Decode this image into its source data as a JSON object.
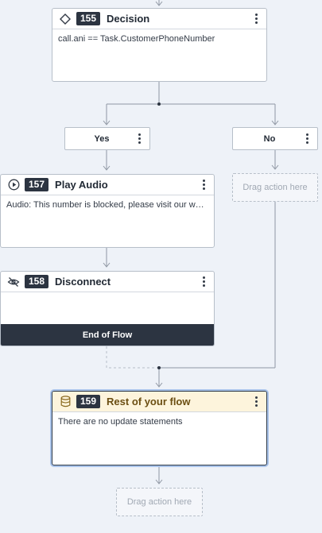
{
  "nodes": {
    "decision": {
      "number": "155",
      "title": "Decision",
      "icon": "diamond-icon",
      "body": "call.ani == Task.CustomerPhoneNumber"
    },
    "branch_yes": {
      "label": "Yes"
    },
    "branch_no": {
      "label": "No"
    },
    "play_audio": {
      "number": "157",
      "title": "Play Audio",
      "icon": "play-circle-icon",
      "body": "Audio: This number is blocked, please visit our website..."
    },
    "disconnect": {
      "number": "158",
      "title": "Disconnect",
      "icon": "disconnect-icon",
      "footer": "End of Flow"
    },
    "rest_of_flow": {
      "number": "159",
      "title": "Rest of your flow",
      "icon": "database-icon",
      "body": "There are no update statements"
    }
  },
  "drop_targets": {
    "no_branch": "Drag action here",
    "bottom": "Drag action here"
  },
  "colors": {
    "background": "#eef2f8",
    "dark": "#2c3441",
    "connector": "#8f97a3",
    "selection": "#a9c3ea",
    "highlight_header": "#fdf4dc"
  }
}
